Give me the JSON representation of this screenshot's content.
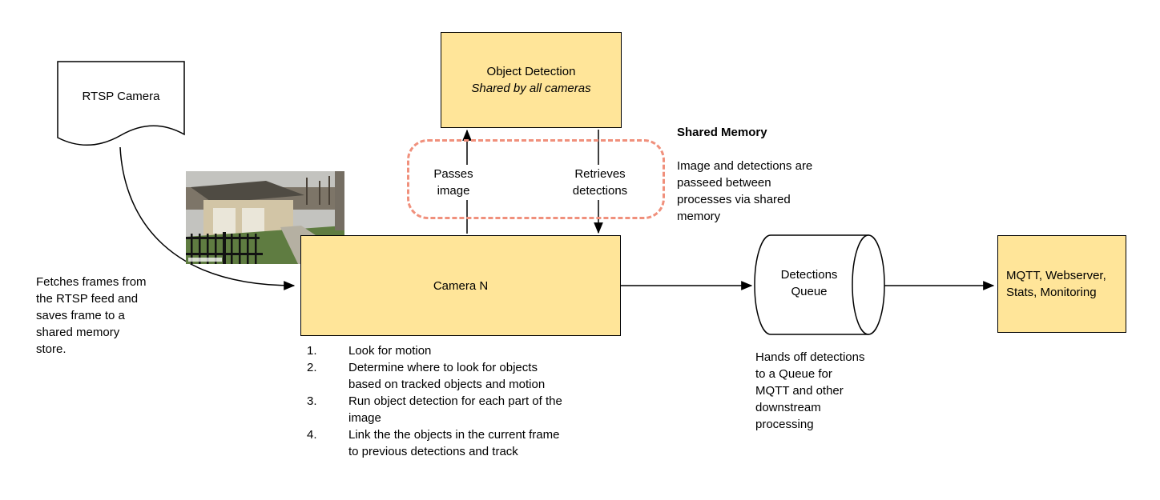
{
  "colors": {
    "node_fill": "#ffe599",
    "node_border": "#000000",
    "shared_memory_dash": "#f0907c",
    "arrow": "#000000"
  },
  "nodes": {
    "rtsp": {
      "label": "RTSP Camera"
    },
    "object_detection": {
      "title": "Object Detection",
      "subtitle": "Shared by all cameras"
    },
    "camera_n": {
      "label": "Camera N"
    },
    "queue": {
      "label": "Detections\nQueue"
    },
    "outputs": {
      "label": "MQTT, Webserver,\nStats, Monitoring"
    }
  },
  "edges": {
    "passes_image": "Passes\nimage",
    "retrieves_detections": "Retrieves\ndetections"
  },
  "annotations": {
    "fetch": "Fetches frames from\nthe RTSP feed and\nsaves frame to a\nshared memory\nstore.",
    "shared_memory_title": "Shared Memory",
    "shared_memory_body": "Image and detections are\npasseed between\nprocesses via shared\nmemory",
    "queue_note": "Hands off detections\nto a Queue for\nMQTT and other\ndownstream\nprocessing",
    "steps": [
      {
        "num": "1.",
        "text": "Look for motion"
      },
      {
        "num": "2.",
        "text": "Determine where to look for objects\nbased on tracked objects and motion"
      },
      {
        "num": "3.",
        "text": "Run object detection for each part of the\nimage"
      },
      {
        "num": "4.",
        "text": "Link the the objects in the current frame\nto previous detections and track"
      }
    ]
  }
}
